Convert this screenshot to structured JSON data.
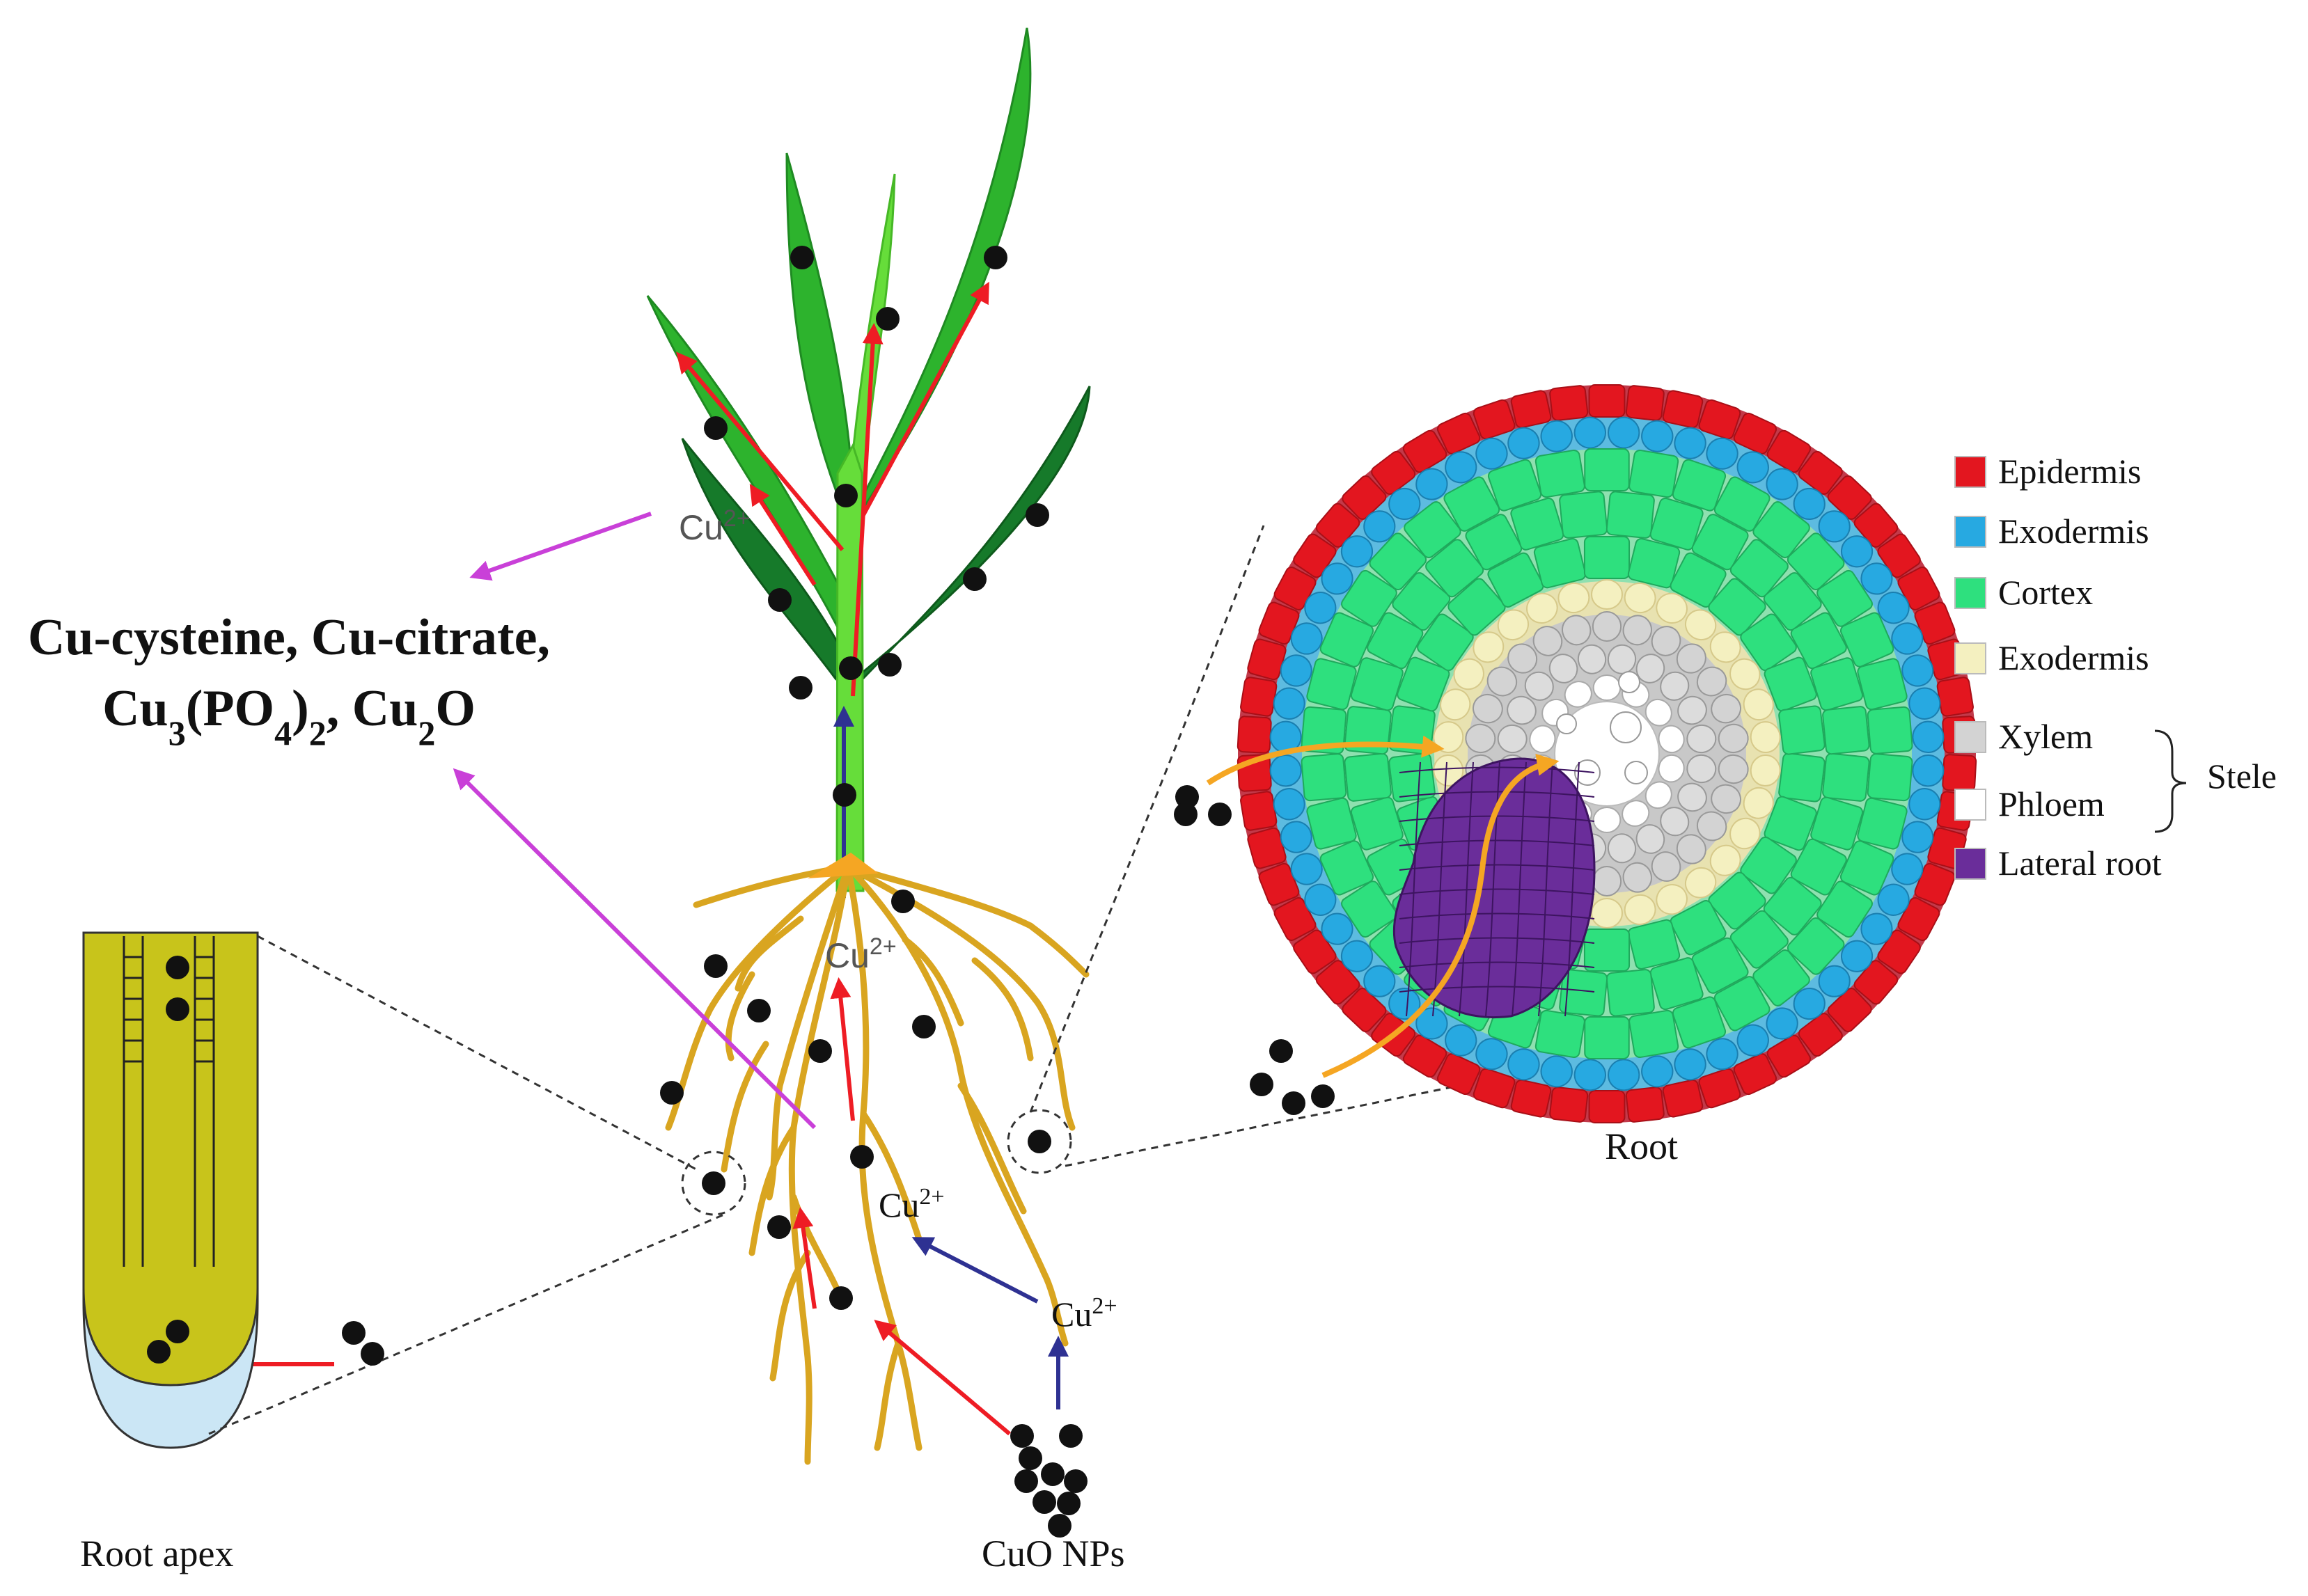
{
  "compounds": {
    "line1": "Cu-cysteine, Cu-citrate,",
    "line2_a": "Cu",
    "line2_sub1": "3",
    "line2_b": "(PO",
    "line2_sub2": "4",
    "line2_c": ")",
    "line2_sub3": "2",
    "line2_d": ", Cu",
    "line2_sub4": "2",
    "line2_e": "O"
  },
  "ions": {
    "base": "Cu",
    "charge": "2+"
  },
  "labels": {
    "root_apex": "Root apex",
    "cuo_nps": "CuO NPs",
    "root": "Root"
  },
  "legend": {
    "items": [
      {
        "label": "Epidermis",
        "color": "#e3161f"
      },
      {
        "label": "Exodermis",
        "color": "#27a9e1"
      },
      {
        "label": "Cortex",
        "color": "#2ee07e"
      },
      {
        "label": "Exodermis",
        "color": "#f4f0c0"
      },
      {
        "label": "Xylem",
        "color": "#d3d3d3"
      },
      {
        "label": "Phloem",
        "color": "#ffffff"
      },
      {
        "label": "Lateral root",
        "color": "#6a2d9a"
      }
    ],
    "group_label": "Stele"
  },
  "colors": {
    "root_brown": "#d9a520",
    "leaf_light": "#66dd3a",
    "leaf_mid": "#2db32d",
    "leaf_dark": "#167a2a",
    "arrow_red": "#ee1c24",
    "arrow_violet": "#c940d8",
    "arrow_navy": "#2e3192",
    "arrow_orange": "#f5a623",
    "apex_yellow": "#c8c41b",
    "apex_blue": "#cbe6f5"
  }
}
